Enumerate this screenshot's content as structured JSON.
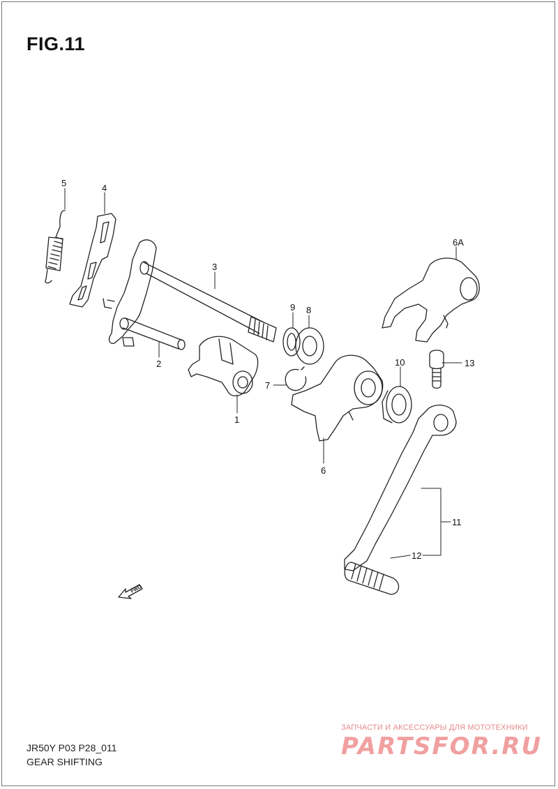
{
  "figure": {
    "title": "FIG.11"
  },
  "callouts": [
    {
      "id": "p5",
      "text": "5"
    },
    {
      "id": "p4",
      "text": "4"
    },
    {
      "id": "p3",
      "text": "3"
    },
    {
      "id": "p9",
      "text": "9"
    },
    {
      "id": "p8",
      "text": "8"
    },
    {
      "id": "p6a",
      "text": "6A"
    },
    {
      "id": "p2",
      "text": "2"
    },
    {
      "id": "p10",
      "text": "10"
    },
    {
      "id": "p13",
      "text": "13"
    },
    {
      "id": "p7",
      "text": "7"
    },
    {
      "id": "p1",
      "text": "1"
    },
    {
      "id": "p6",
      "text": "6"
    },
    {
      "id": "p11",
      "text": "11"
    },
    {
      "id": "p12",
      "text": "12"
    }
  ],
  "direction_arrow": {
    "label": "FWD"
  },
  "footer": {
    "code": "JR50Y P03 P28_011",
    "title": "GEAR SHIFTING"
  },
  "watermark": {
    "tagline": "ЗАПЧАСТИ И АКСЕССУАРЫ ДЛЯ МОТОТЕХНИКИ",
    "brand": "PARTSFOR.RU"
  }
}
